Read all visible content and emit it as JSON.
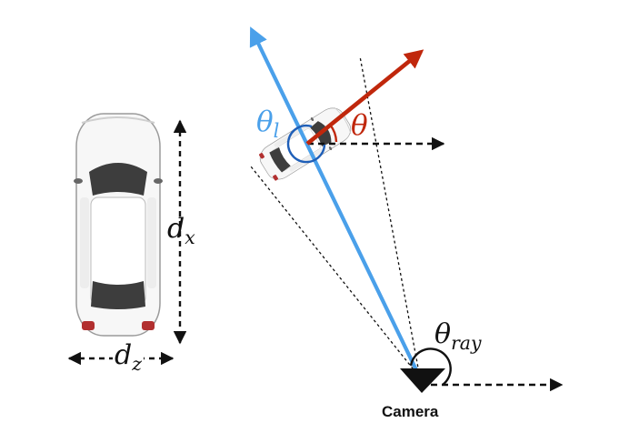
{
  "labels": {
    "dx_base": "d",
    "dx_sub": "x",
    "dz_base": "d",
    "dz_sub": "z",
    "theta_l_base": "θ",
    "theta_l_sub": "l",
    "theta": "θ",
    "theta_ray_base": "θ",
    "theta_ray_sub": "ray",
    "camera": "Camera"
  },
  "colors": {
    "blue": "#4aa0ea",
    "red": "#c0270c",
    "arc_blue": "#1f5fb8",
    "black": "#111111",
    "car_body": "#f7f7f7",
    "car_glass": "#3d3d3d"
  },
  "icons": {
    "car_large": "car-top-view-icon",
    "car_small": "car-top-view-icon",
    "camera": "camera-triangle-icon"
  }
}
